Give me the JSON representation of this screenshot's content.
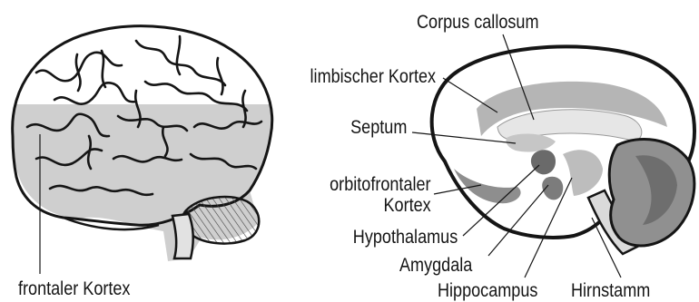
{
  "labels": {
    "corpus_callosum": "Corpus callosum",
    "limbic_cortex": "limbischer Kortex",
    "septum": "Septum",
    "orbitofrontal_line1": "orbitofrontaler",
    "orbitofrontal_line2": "Kortex",
    "hypothalamus": "Hypothalamus",
    "amygdala": "Amygdala",
    "hippocampus": "Hippocampus",
    "brainstem": "Hirnstamm",
    "frontal_cortex": "frontaler Kortex"
  },
  "colors": {
    "ink": "#151515",
    "dark_gray": "#7a7a7a",
    "mid_gray": "#a8a8a8",
    "light_gray": "#d2d2d2"
  }
}
